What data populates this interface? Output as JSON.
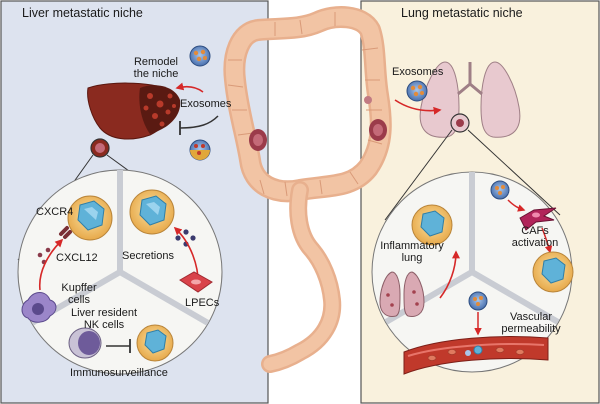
{
  "liver_panel": {
    "title": "Liver metastatic niche",
    "background": "#dde3ef",
    "remodel": [
      "Remodel",
      "the niche"
    ],
    "exosomes": "Exosomes",
    "cxcr4": "CXCR4",
    "cxcl12": "CXCL12",
    "kupffer": [
      "Kupffer",
      "cells"
    ],
    "secretions": "Secretions",
    "lpecs": "LPECs",
    "nk": [
      "Liver resident",
      "NK cells"
    ],
    "immuno": "Immunosurveillance"
  },
  "lung_panel": {
    "title": "Lung metastatic niche",
    "background": "#f9f1dd",
    "exosomes": "Exosomes",
    "inflammatory": [
      "Inflammatory",
      "lung"
    ],
    "cafs": [
      "CAFs",
      "activation"
    ],
    "vascular": [
      "Vascular",
      "permeability"
    ]
  },
  "colors": {
    "arrow": "#d62828",
    "liver": "#8a2a1f",
    "lung": "#e8c9cf",
    "tumor": "#5fb2d8",
    "cell": "#f1c36d",
    "colon": "#f2c4a4"
  }
}
